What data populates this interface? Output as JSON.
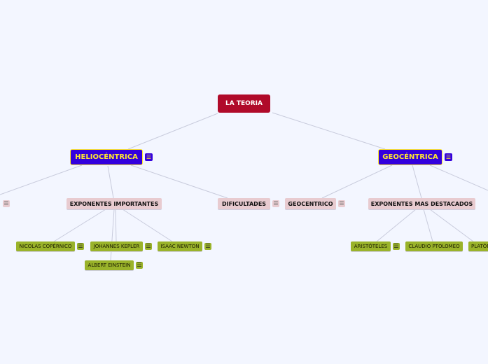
{
  "root": {
    "label": "LA TEORIA",
    "color": "#b00a2a"
  },
  "branches": [
    {
      "label": "HELIOCÉNTRICA",
      "color": "#3300dd",
      "children": [
        {
          "label": "EXPONENTES IMPORTANTES",
          "children": [
            "NICOLAS COPÉRNICO",
            "JOHANNES KEPLER",
            "ISAAC NEWTON",
            "ALBERT EINSTEIN"
          ]
        },
        {
          "label": "DIFICULTADES"
        }
      ]
    },
    {
      "label": "GEOCÉNTRICA",
      "color": "#3300dd",
      "children": [
        {
          "label": "GEOCENTRICO"
        },
        {
          "label": "EXPONENTES MAS DESTACADOS",
          "children": [
            "ARISTÓTELES",
            "CLAUDIO PTOLOMEO",
            "PLATÓN"
          ]
        }
      ]
    }
  ],
  "icons": {
    "note": "note-icon"
  }
}
